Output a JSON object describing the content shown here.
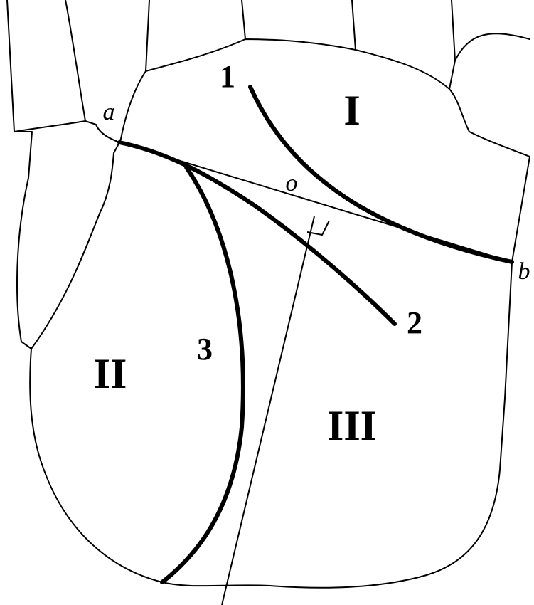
{
  "regions": {
    "upper": "I",
    "left": "II",
    "right": "III"
  },
  "lines": {
    "line_1": "1",
    "line_2": "2",
    "line_3": "3"
  },
  "points": {
    "a": "a",
    "b": "b",
    "o": "o"
  },
  "colors": {
    "ink": "#000000",
    "background": "#ffffff"
  }
}
